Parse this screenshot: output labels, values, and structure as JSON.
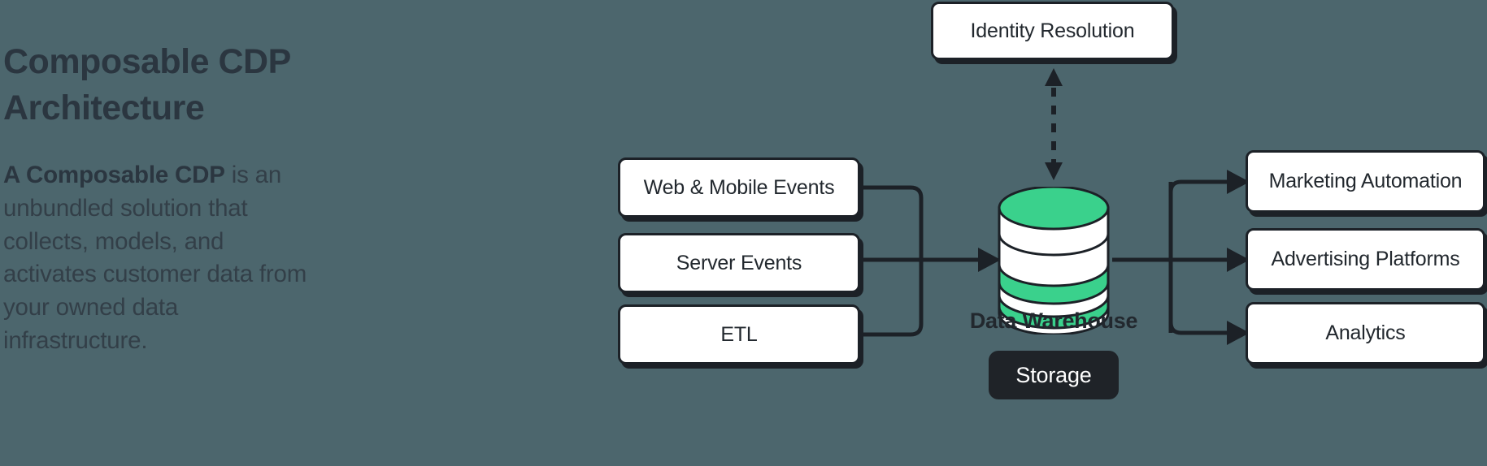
{
  "page": {
    "background_color": "#4c666d",
    "ink_color": "#1c2127",
    "accent_color": "#3ad18c",
    "node_fill": "#ffffff"
  },
  "intro": {
    "headline": "Composable CDP Architecture",
    "body_bold": "A Composable CDP",
    "body_rest": " is an unbundled solution that collects, models, and activates customer data from your owned data infrastructure."
  },
  "diagram": {
    "type": "architecture-flow",
    "sources": [
      {
        "id": "web-mobile-events",
        "label": "Web & Mobile Events"
      },
      {
        "id": "server-events",
        "label": "Server Events"
      },
      {
        "id": "etl",
        "label": "ETL"
      }
    ],
    "center": {
      "icon": "database-cylinder-icon",
      "label": "Data Warehouse",
      "badge": "Storage"
    },
    "top": {
      "id": "identity-resolution",
      "label": "Identity Resolution",
      "connector": "bidirectional-dashed-arrow"
    },
    "destinations": [
      {
        "id": "marketing-automation",
        "label": "Marketing Automation"
      },
      {
        "id": "advertising-platforms",
        "label": "Advertising Platforms"
      },
      {
        "id": "analytics",
        "label": "Analytics"
      }
    ]
  }
}
